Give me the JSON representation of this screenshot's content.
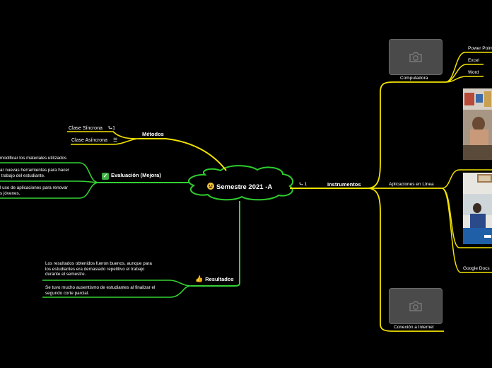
{
  "root": {
    "label": "Semestre 2021 -A",
    "icon": "grinning-face-icon",
    "link_count": "1"
  },
  "metodos": {
    "label": "Métodos",
    "items": [
      {
        "label": "Clase Síncrona",
        "badge": "1",
        "badge_icon": "link-icon"
      },
      {
        "label": "Clase Asíncrona",
        "badge": "",
        "badge_icon": "notes-icon"
      }
    ]
  },
  "evaluacion": {
    "label": "Evaluación (Mejora)",
    "icon": "check-mark-icon",
    "items": [
      "modificar los materiales utilizados",
      "ar nuevas herramientas para hacer\n trabajo del estudiante.",
      "l uso de aplicaciones para renovar\ns jóvenes."
    ]
  },
  "resultados": {
    "label": "Resultados",
    "icon": "thumbs-up-icon",
    "items": [
      "Los resultados obtenidos fueron buenos, aunque para\nlos estudiantes era demasiado repetitivo el trabajo\ndurante el semestre.",
      "Se tuvo mucho ausentismo de estudiantes al finalizar el\nsegundo corte parcial."
    ]
  },
  "instrumentos": {
    "label": "Instrumentos",
    "computadora": {
      "label": "Computadora",
      "items": [
        "Power Point",
        "Excel",
        "Word"
      ]
    },
    "aplicaciones": {
      "label": "Aplicaciones en Línea",
      "items": [
        "Google Docs"
      ]
    },
    "conexion": {
      "label": "Conexión a Internet"
    }
  },
  "colors": {
    "background": "#000000",
    "branch_yellow": "#f2e200",
    "branch_green": "#34d134",
    "root_fill": "#000000",
    "root_stroke": "#2ecc2e"
  }
}
